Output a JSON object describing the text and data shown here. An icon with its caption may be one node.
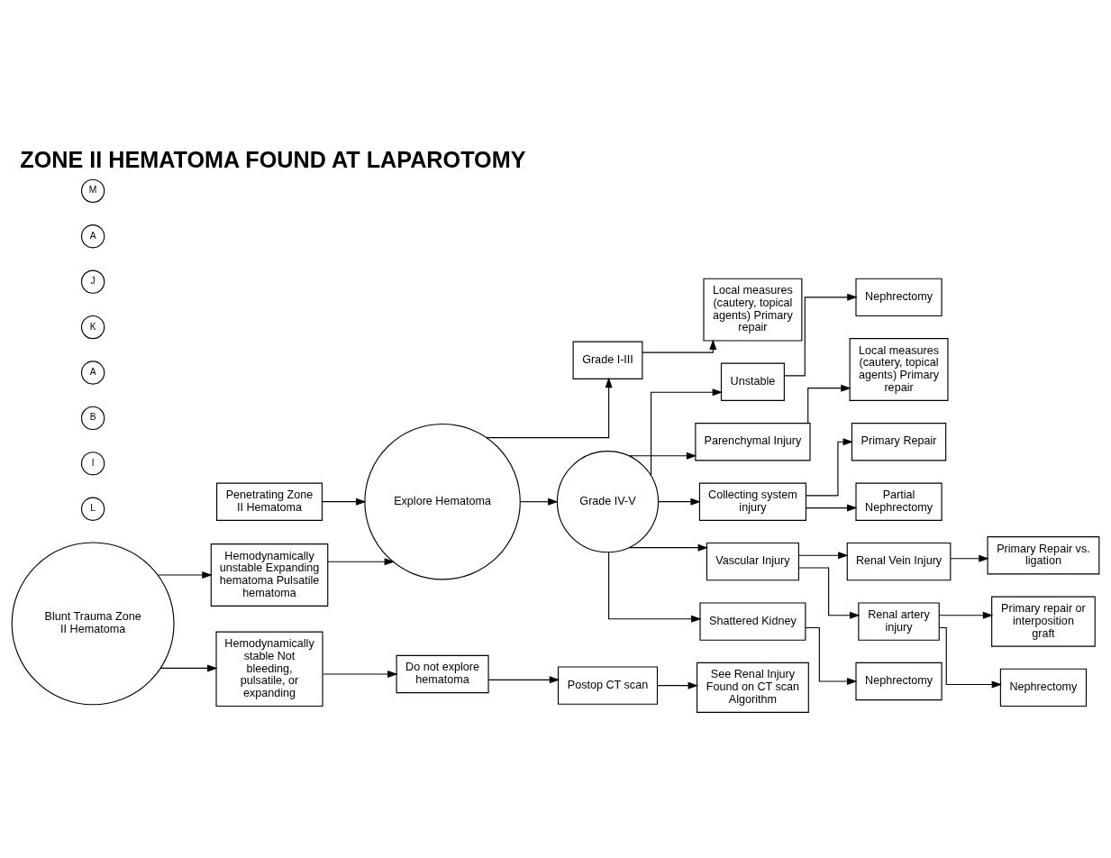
{
  "diagram": {
    "title": "ZONE II HEMATOMA FOUND AT LAPAROTOMY",
    "nodes": [
      {
        "text": [
          "Penetrating Zone II Hematoma"
        ]
      },
      {
        "text": [
          "Explore Hematoma"
        ]
      },
      {
        "text": [
          "Blunt Trauma Zone II Hematoma"
        ]
      },
      {
        "text": [
          "Hemodynamically unstable Expanding hematoma Pulsatile hematoma"
        ]
      },
      {
        "text": [
          "Hemodynamically stable Not bleeding, pulsatile, or expanding"
        ]
      },
      {
        "text": [
          "Do not explore hematoma"
        ]
      },
      {
        "text": [
          "Postop CT scan"
        ]
      },
      {
        "text": [
          "See Renal Injury Found on CT scan Algorithm"
        ]
      },
      {
        "text": [
          "Grade I-III"
        ]
      },
      {
        "text": [
          "Local measures (cautery, topical agents) Primary repair"
        ]
      },
      {
        "text": [
          "Grade IV-V"
        ]
      },
      {
        "text": [
          "Unstable"
        ]
      },
      {
        "text": [
          "Nephrectomy"
        ]
      },
      {
        "text": [
          "Parenchymal Injury"
        ]
      },
      {
        "text": [
          "Local measures (cautery, topical agents) Primary repair"
        ]
      },
      {
        "text": [
          "Collecting system injury"
        ]
      },
      {
        "text": [
          "Primary Repair"
        ]
      },
      {
        "text": [
          "Partial Nephrectomy"
        ]
      },
      {
        "text": [
          "Vascular Injury"
        ]
      },
      {
        "text": [
          "Renal Vein Injury"
        ]
      },
      {
        "text": [
          "Primary Repair vs. ligation"
        ]
      },
      {
        "text": [
          "Renal artery injury"
        ]
      },
      {
        "text": [
          "Primary repair or interposition graft"
        ]
      },
      {
        "text": [
          "Nephrectomy"
        ]
      },
      {
        "text": [
          "Shattered Kidney"
        ]
      },
      {
        "text": [
          "Nephrectomy"
        ]
      }
    ],
    "edges": [
      {
        "from": 0,
        "to": 1,
        "arrow": "to"
      },
      {
        "from": 3,
        "to": 1,
        "arrow": "to"
      },
      {
        "from": 2,
        "to": 3,
        "arrow": "to"
      },
      {
        "from": 2,
        "to": 4,
        "arrow": "to"
      },
      {
        "from": 4,
        "to": 5,
        "arrow": "to"
      },
      {
        "from": 5,
        "to": 6,
        "arrow": "to"
      },
      {
        "from": 6,
        "to": 7,
        "arrow": "to"
      },
      {
        "from": 1,
        "to": 8,
        "arrow": "to"
      },
      {
        "from": 8,
        "to": 9,
        "arrow": "to"
      },
      {
        "from": 1,
        "to": 10,
        "arrow": "to"
      },
      {
        "from": 10,
        "to": 11,
        "arrow": "to"
      },
      {
        "from": 11,
        "to": 12,
        "arrow": "to"
      },
      {
        "from": 10,
        "to": 13,
        "arrow": "to"
      },
      {
        "from": 13,
        "to": 14,
        "arrow": "to"
      },
      {
        "from": 10,
        "to": 15,
        "arrow": "to"
      },
      {
        "from": 15,
        "to": 16,
        "arrow": "to"
      },
      {
        "from": 15,
        "to": 17,
        "arrow": "to"
      },
      {
        "from": 10,
        "to": 18,
        "arrow": "to"
      },
      {
        "from": 18,
        "to": 19,
        "arrow": "to"
      },
      {
        "from": 19,
        "to": 20,
        "arrow": "to"
      },
      {
        "from": 18,
        "to": 21,
        "arrow": "to"
      },
      {
        "from": 21,
        "to": 22,
        "arrow": "to"
      },
      {
        "from": 21,
        "to": 23,
        "arrow": "to"
      },
      {
        "from": 10,
        "to": 24,
        "arrow": "to"
      },
      {
        "from": 24,
        "to": 25,
        "arrow": "to"
      }
    ],
    "labels": [
      "L",
      "I",
      "B",
      "A",
      "K",
      "J",
      "A",
      "M"
    ]
  }
}
